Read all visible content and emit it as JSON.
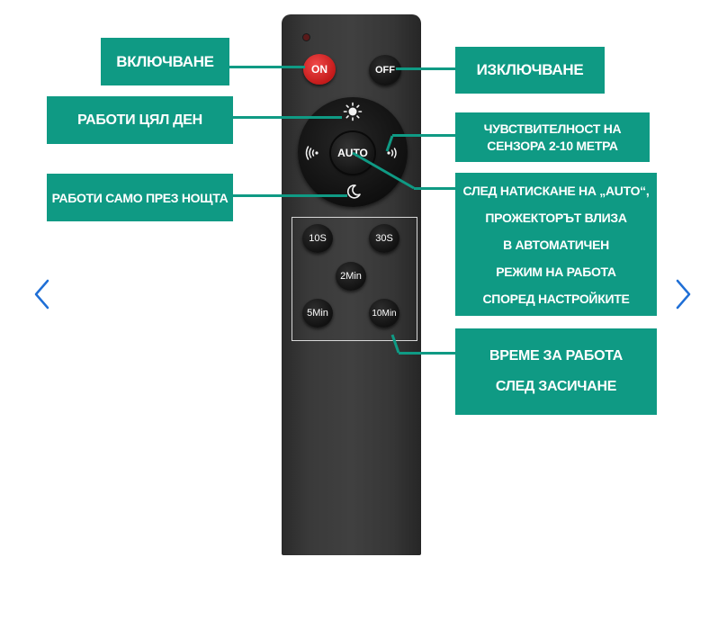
{
  "remote": {
    "on_label": "ON",
    "off_label": "OFF",
    "auto_label": "AUTO",
    "timers": [
      "10S",
      "30S",
      "2Min",
      "5Min",
      "10Min"
    ]
  },
  "callouts": {
    "power_on": "ВКЛЮЧВАНЕ",
    "power_off": "ИЗКЛЮЧВАНЕ",
    "all_day": "РАБОТИ ЦЯЛ ДЕН",
    "night_only": "РАБОТИ САМО ПРЕЗ НОЩТА",
    "sensitivity": [
      "ЧУВСТВИТЕЛНОСТ НА",
      "СЕНЗОРА 2-10 МЕТРА"
    ],
    "auto_mode": [
      "СЛЕД НАТИСКАНЕ НА „AUTO“,",
      "ПРОЖЕКТОРЪТ ВЛИЗА",
      "В АВТОМАТИЧЕН",
      "РЕЖИМ НА РАБОТА",
      "СПОРЕД НАСТРОЙКИТЕ"
    ],
    "timer": [
      "ВРЕМЕ ЗА РАБОТА",
      "СЛЕД ЗАСИЧАНЕ"
    ]
  },
  "colors": {
    "callout": "#0f9a84",
    "on_button": "#d42424",
    "nav_arrow": "#1f6fd6"
  },
  "icons": {
    "prev": "chevron-left-icon",
    "next": "chevron-right-icon",
    "sun": "sun-icon",
    "moon": "moon-icon",
    "sensitivity_down": "signal-left-icon",
    "sensitivity_up": "signal-right-icon"
  }
}
